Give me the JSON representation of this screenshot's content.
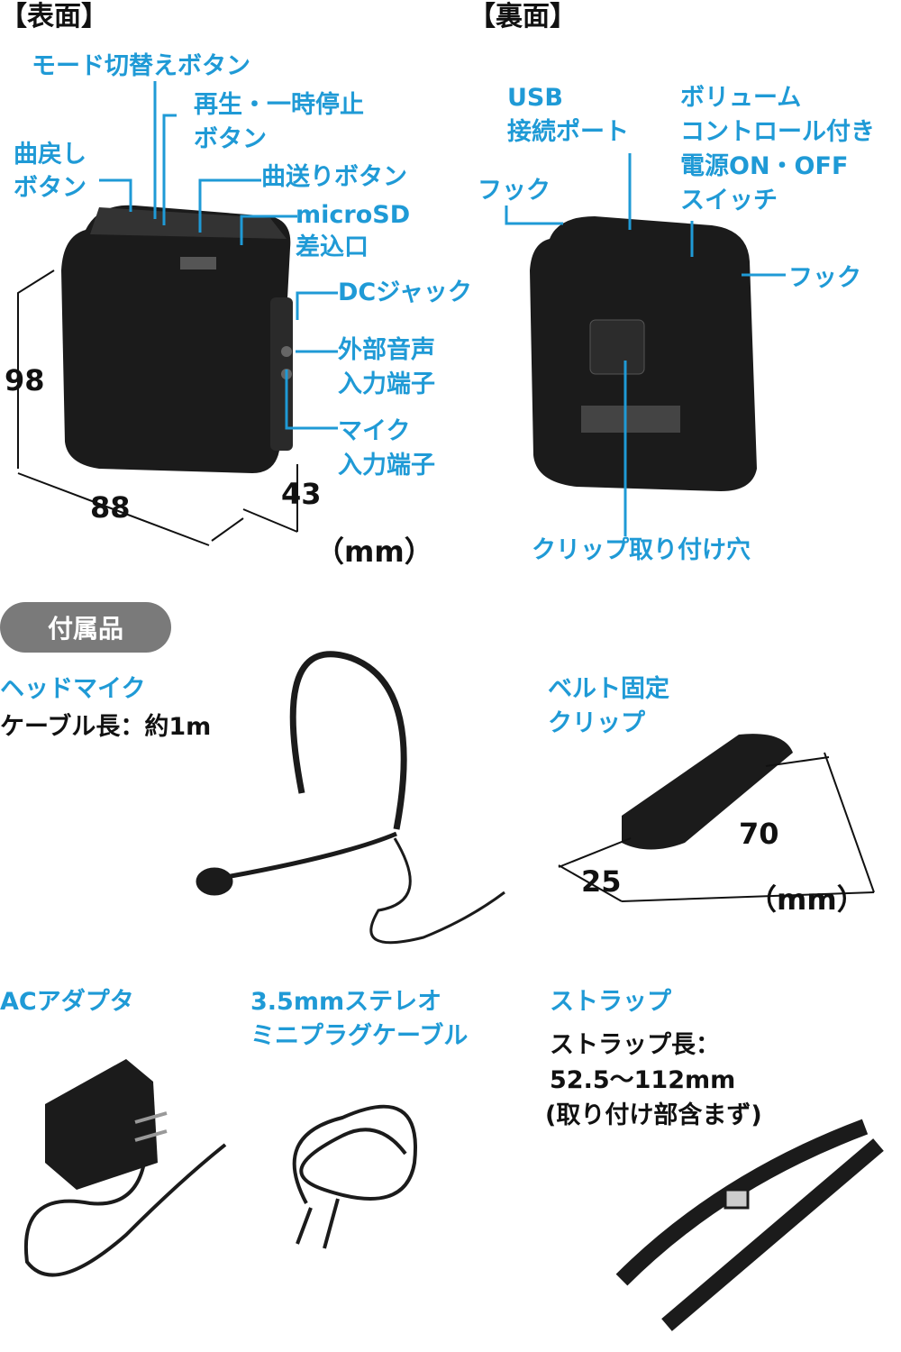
{
  "front": {
    "title": "【表面】",
    "labels": {
      "mode": "モード切替えボタン",
      "play1": "再生・一時停止",
      "play2": "ボタン",
      "prev1": "曲戻し",
      "prev2": "ボタン",
      "next": "曲送りボタン",
      "sd1": "microSD",
      "sd2": "差込口",
      "dc": "DCジャック",
      "ext1": "外部音声",
      "ext2": "入力端子",
      "mic1": "マイク",
      "mic2": "入力端子"
    },
    "dims": {
      "height": "98",
      "width": "88",
      "depth": "43",
      "unit": "（mm）"
    }
  },
  "back": {
    "title": "【裏面】",
    "labels": {
      "usb1": "USB",
      "usb2": "接続ポート",
      "vol1": "ボリューム",
      "vol2": "コントロール付き",
      "vol3": "電源ON・OFF",
      "vol4": "スイッチ",
      "hook_left": "フック",
      "hook_right": "フック",
      "clip_hole": "クリップ取り付け穴"
    }
  },
  "accessories": {
    "title": "付属品",
    "headmic": {
      "name": "ヘッドマイク",
      "spec": "ケーブル長：約1m"
    },
    "clip": {
      "name1": "ベルト固定",
      "name2": "クリップ",
      "length": "70",
      "width": "25",
      "unit": "（mm）"
    },
    "adapter": {
      "name": "ACアダプタ"
    },
    "cable": {
      "name1": "3.5mmステレオ",
      "name2": "ミニプラグケーブル"
    },
    "strap": {
      "name": "ストラップ",
      "spec1": "ストラップ長：",
      "spec2": "52.5～112mm",
      "spec3": "(取り付け部含まず)"
    }
  },
  "colors": {
    "label": "#1f9ad6",
    "pill": "#7a7a7a"
  }
}
